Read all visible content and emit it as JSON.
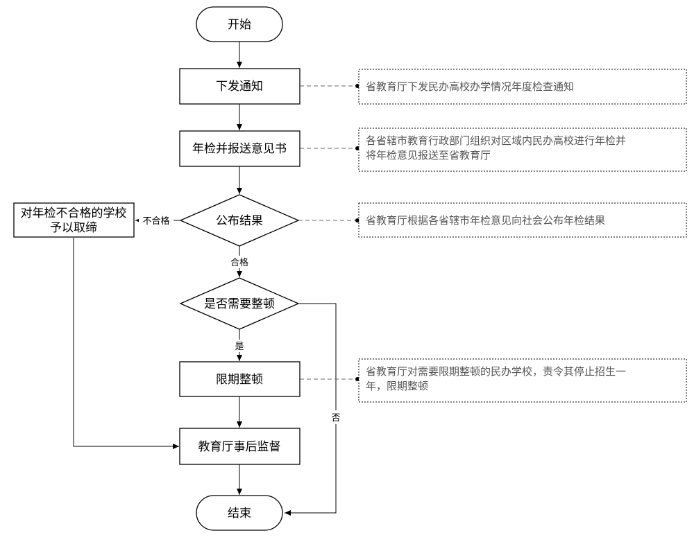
{
  "nodes": {
    "start": "开始",
    "issue_notice": "下发通知",
    "inspect_report": "年检并报送意见书",
    "publish_result": "公布结果",
    "need_rectify": "是否需要整顿",
    "rectify": "限期整顿",
    "supervise": "教育厅事后监督",
    "end": "结束",
    "revoke_line1": "对年检不合格的学校",
    "revoke_line2": "予以取缔"
  },
  "edge_labels": {
    "fail": "不合格",
    "pass": "合格",
    "yes": "是",
    "no": "否"
  },
  "notes": {
    "issue_notice": [
      "省教育厅下发民办高校办学情况年度检查通知"
    ],
    "inspect_report": [
      "各省辖市教育行政部门组织对区域内民办高校进行年检并",
      "将年检意见报送至省教育厅"
    ],
    "publish_result": [
      "省教育厅根据各省辖市年检意见向社会公布年检结果"
    ],
    "rectify": [
      "省教育厅对需要限期整顿的民办学校，责令其停止招生一",
      "年，限期整顿"
    ]
  }
}
